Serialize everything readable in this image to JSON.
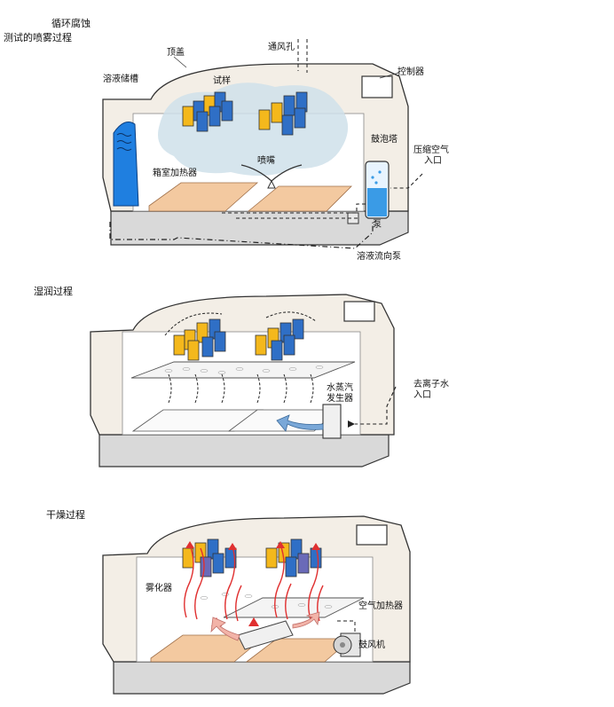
{
  "section1": {
    "title_line1": "循环腐蚀",
    "title_line2": "测试的喷雾过程",
    "labels": {
      "top_cover": "顶盖",
      "vent": "通风孔",
      "controller": "控制器",
      "reservoir": "溶液储槽",
      "specimens": "试样",
      "bubble_tower": "鼓泡塔",
      "compressed_air_line1": "压缩空气",
      "compressed_air_line2": "入口",
      "nozzle": "喷嘴",
      "chamber_heater": "箱室加热器",
      "pump": "泵",
      "solution_pump": "溶液流向泵"
    }
  },
  "section2": {
    "title": "湿润过程",
    "labels": {
      "di_water_line1": "去离子水",
      "di_water_line2": "入口",
      "steam_gen_line1": "水蒸汽",
      "steam_gen_line2": "发生器"
    }
  },
  "section3": {
    "title": "干燥过程",
    "labels": {
      "atomizer": "雾化器",
      "air_heater": "空气加热器",
      "blower": "鼓风机"
    }
  },
  "colors": {
    "panel_yellow": "#f4b81c",
    "panel_blue": "#2f6fc6",
    "reservoir_blue": "#1f7fe0",
    "heater_orange": "#f3c9a0",
    "cabinet_fill": "#f1ece4",
    "base_gray": "#d9d9d9",
    "hot_air_red": "#e03030",
    "flow_blue": "#7aa8d8"
  }
}
